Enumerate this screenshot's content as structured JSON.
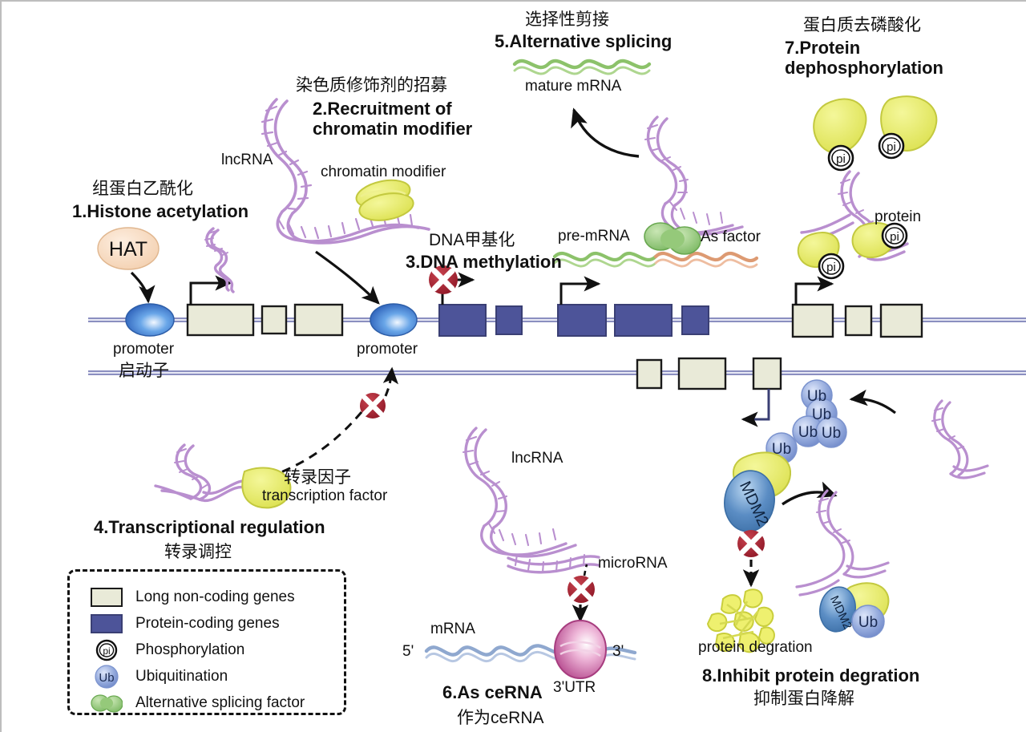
{
  "diagram": {
    "title_note": "lncRNA mechanisms of action",
    "modules": [
      {
        "id": 1,
        "cn": "组蛋白乙酰化",
        "en": "1.Histone acetylation"
      },
      {
        "id": 2,
        "cn": "染色质修饰剂的招募",
        "en": "2.Recruitment of\nchromatin modifier"
      },
      {
        "id": 3,
        "cn": "DNA甲基化",
        "en": "3.DNA methylation"
      },
      {
        "id": 4,
        "cn": "转录调控",
        "en": "4.Transcriptional regulation"
      },
      {
        "id": 5,
        "cn": "选择性剪接",
        "en": "5.Alternative splicing"
      },
      {
        "id": 6,
        "cn": "作为ceRNA",
        "en": "6.As ceRNA"
      },
      {
        "id": 7,
        "cn": "蛋白质去磷酸化",
        "en": "7.Protein\ndephosphorylation"
      },
      {
        "id": 8,
        "cn": "抑制蛋白降解",
        "en": "8.Inhibit protein degration"
      }
    ],
    "labels": {
      "hat": "HAT",
      "promoter_1": "promoter",
      "promoter_1_cn": "启动子",
      "promoter_2": "promoter",
      "lncrna_top": "lncRNA",
      "lncrna_bottom": "lncRNA",
      "chromatin_modifier": "chromatin modifier",
      "mature_mrna": "mature mRNA",
      "pre_mrna": "pre-mRNA",
      "as_factor": "As factor",
      "protein": "protein",
      "transcription_factor_cn": "转录因子",
      "transcription_factor_en": "transcription factor",
      "microrna": "microRNA",
      "mrna": "mRNA",
      "five_prime": "5'",
      "three_prime": "3'",
      "utr": "3'UTR",
      "protein_degration": "protein degration",
      "pi": "pi",
      "ub": "Ub",
      "mdm2": "MDM2"
    },
    "legend": {
      "items": [
        {
          "icon": "beige-box-swatch",
          "label": "Long non-coding genes"
        },
        {
          "icon": "blue-box-swatch",
          "label": "Protein-coding genes"
        },
        {
          "icon": "pi-circle-icon",
          "label": "Phosphorylation"
        },
        {
          "icon": "ub-circle-icon",
          "label": "Ubiquitination"
        },
        {
          "icon": "as-factor-icon",
          "label": "Alternative splicing factor"
        }
      ]
    },
    "colors": {
      "beige_gene": "#e9ead8",
      "blue_gene": "#4d5499",
      "dna_line": "#8b8fc0",
      "promoter_blue": "#3f7fd0",
      "hat_peach": "#f6d9bd",
      "lncrna_purple": "#b98fcf",
      "protein_yellow": "#dfe35a",
      "mdm2_blue": "#5b8dc4",
      "ub_blue": "#93a9dc",
      "x_marker_red": "#a82032",
      "mrna_green": "#8cc26a",
      "as_factor_green": "#86c06a",
      "orange_rna": "#dd9a72",
      "mrna_blue": "#8fa8cf",
      "utr_pink": "#c75f9e",
      "border_gray": "#bdbdbd"
    }
  }
}
